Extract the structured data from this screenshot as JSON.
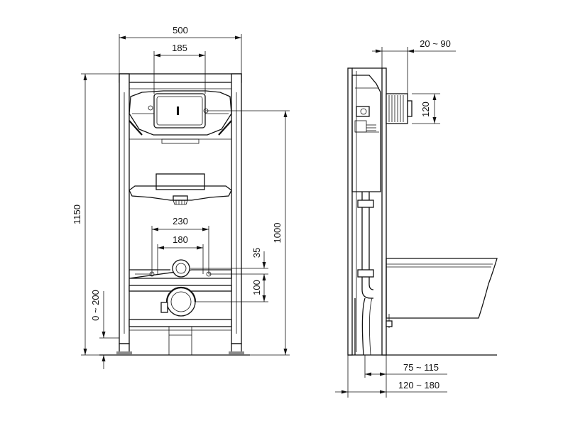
{
  "dimensions": {
    "front": {
      "frame_width": "500",
      "flush_plate_width": "185",
      "total_height": "1150",
      "inlet_height": "1000",
      "bolt_spacing_outer": "230",
      "bolt_spacing_inner": "180",
      "bolt_offset": "35",
      "outlet_offset": "100",
      "floor_adjust": "0 ~ 200"
    },
    "side": {
      "pipe_projection": "20 ~ 90",
      "inlet_pipe": "120",
      "depth_inner": "75 ~ 115",
      "depth_outer": "120 ~ 180"
    }
  },
  "colors": {
    "line": "#111111",
    "background": "#ffffff",
    "shade": "#8a8a8a"
  }
}
